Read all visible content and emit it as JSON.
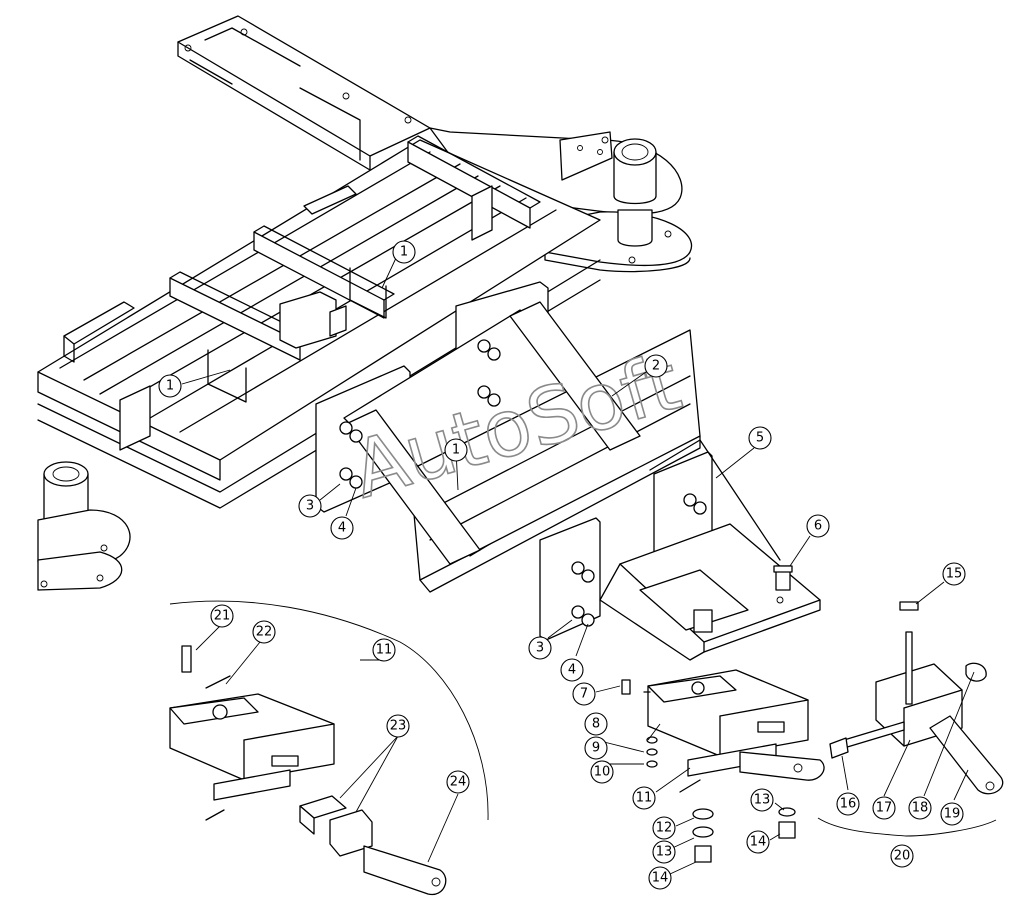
{
  "watermark": "AutoSoft",
  "callouts": [
    {
      "id": "c1a",
      "label": "1"
    },
    {
      "id": "c1b",
      "label": "1"
    },
    {
      "id": "c1c",
      "label": "1"
    },
    {
      "id": "c2",
      "label": "2"
    },
    {
      "id": "c3a",
      "label": "3"
    },
    {
      "id": "c3b",
      "label": "3"
    },
    {
      "id": "c4a",
      "label": "4"
    },
    {
      "id": "c4b",
      "label": "4"
    },
    {
      "id": "c5",
      "label": "5"
    },
    {
      "id": "c6",
      "label": "6"
    },
    {
      "id": "c7",
      "label": "7"
    },
    {
      "id": "c8",
      "label": "8"
    },
    {
      "id": "c9",
      "label": "9"
    },
    {
      "id": "c10",
      "label": "10"
    },
    {
      "id": "c11a",
      "label": "11"
    },
    {
      "id": "c11b",
      "label": "11"
    },
    {
      "id": "c12",
      "label": "12"
    },
    {
      "id": "c13a",
      "label": "13"
    },
    {
      "id": "c13b",
      "label": "13"
    },
    {
      "id": "c14a",
      "label": "14"
    },
    {
      "id": "c14b",
      "label": "14"
    },
    {
      "id": "c15",
      "label": "15"
    },
    {
      "id": "c16",
      "label": "16"
    },
    {
      "id": "c17",
      "label": "17"
    },
    {
      "id": "c18",
      "label": "18"
    },
    {
      "id": "c19",
      "label": "19"
    },
    {
      "id": "c20",
      "label": "20"
    },
    {
      "id": "c21",
      "label": "21"
    },
    {
      "id": "c22",
      "label": "22"
    },
    {
      "id": "c23",
      "label": "23"
    },
    {
      "id": "c24",
      "label": "24"
    }
  ]
}
